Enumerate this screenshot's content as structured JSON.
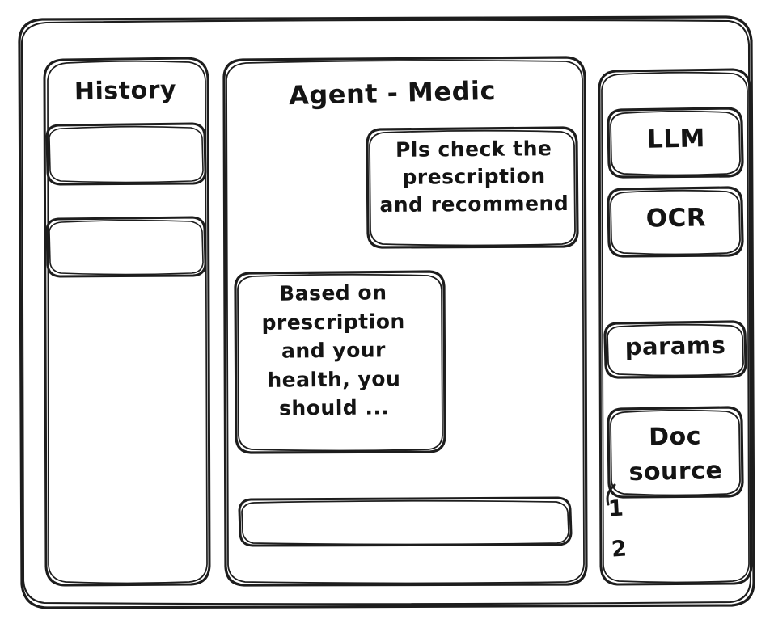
{
  "window": {
    "style": "hand-drawn-wireframe",
    "stroke_color": "#1d1d1d",
    "background_color": "#ffffff"
  },
  "sidebar_left": {
    "title": "History",
    "items": [
      {
        "label": "",
        "name": "history-item-1"
      },
      {
        "label": "",
        "name": "history-item-2"
      }
    ]
  },
  "main": {
    "title": "Agent - Medic",
    "messages": [
      {
        "role": "user",
        "text": "Pls check the\nprescription\nand recommend"
      },
      {
        "role": "assistant",
        "text": "Based on\nprescription\nand your\nhealth, you\nshould ..."
      }
    ],
    "composer": {
      "value": "",
      "placeholder": ""
    }
  },
  "sidebar_right": {
    "tools": [
      {
        "label": "LLM"
      },
      {
        "label": "OCR"
      }
    ],
    "params_label": "params",
    "doc_source": {
      "label": "Doc\nsource",
      "items": [
        "1",
        "2"
      ]
    }
  }
}
